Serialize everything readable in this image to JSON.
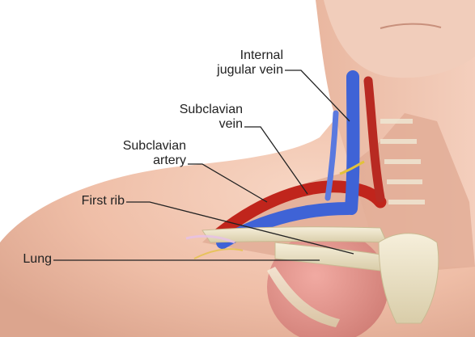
{
  "labels": {
    "internal_jugular_vein": [
      "Internal",
      "jugular vein"
    ],
    "subclavian_vein": [
      "Subclavian",
      "vein"
    ],
    "subclavian_artery": [
      "Subclavian",
      "artery"
    ],
    "first_rib": "First rib",
    "lung": "Lung"
  },
  "colors": {
    "skin": "#f2c7b2",
    "skin_shadow": "#dca58e",
    "vein": "#3f63d6",
    "artery": "#c0251c",
    "bone": "#ede4c9",
    "lung": "#e59a93",
    "leader": "#222222"
  }
}
